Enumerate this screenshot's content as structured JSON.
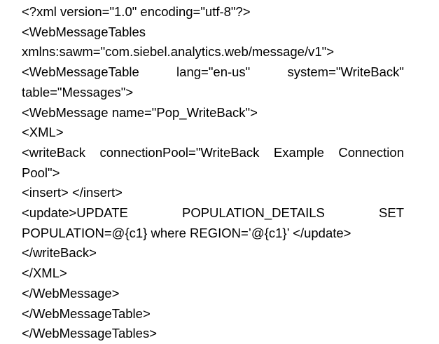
{
  "document": {
    "type": "code-listing",
    "language": "xml",
    "title": "Siebel Analytics WriteBack Message Template",
    "background_color": "#ffffff",
    "text_color": "#000000",
    "alignment": "justified",
    "line_count": 13,
    "lines": [
      {
        "id": "line-1",
        "text": "<?xml version=\"1.0\" encoding=\"utf-8\"?>",
        "wrapped": false
      },
      {
        "id": "line-2",
        "text": "<WebMessageTables xmlns:sawm=\"com.siebel.analytics.web/message/v1\">",
        "wrapped": true
      },
      {
        "id": "line-3",
        "text": "<WebMessageTable lang=\"en-us\" system=\"WriteBack\" table=\"Messages\">",
        "wrapped": true
      },
      {
        "id": "line-4",
        "text": "<WebMessage name=\"Pop_WriteBack\">",
        "wrapped": false
      },
      {
        "id": "line-5",
        "text": "<XML>",
        "wrapped": false
      },
      {
        "id": "line-6",
        "text": "<writeBack connectionPool=\"WriteBack Example Connection Pool\">",
        "wrapped": true
      },
      {
        "id": "line-7",
        "text": "<insert> </insert>",
        "wrapped": false
      },
      {
        "id": "line-8",
        "text": "<update>UPDATE POPULATION_DETAILS SET POPULATION=@{c1} where REGION=’@{c1}’ </update>",
        "wrapped": true
      },
      {
        "id": "line-9",
        "text": "</writeBack>",
        "wrapped": false
      },
      {
        "id": "line-10",
        "text": "</XML>",
        "wrapped": false
      },
      {
        "id": "line-11",
        "text": "</WebMessage>",
        "wrapped": false
      },
      {
        "id": "line-12",
        "text": "</WebMessageTable>",
        "wrapped": false
      },
      {
        "id": "line-13",
        "text": "</WebMessageTables>",
        "wrapped": false
      }
    ]
  }
}
